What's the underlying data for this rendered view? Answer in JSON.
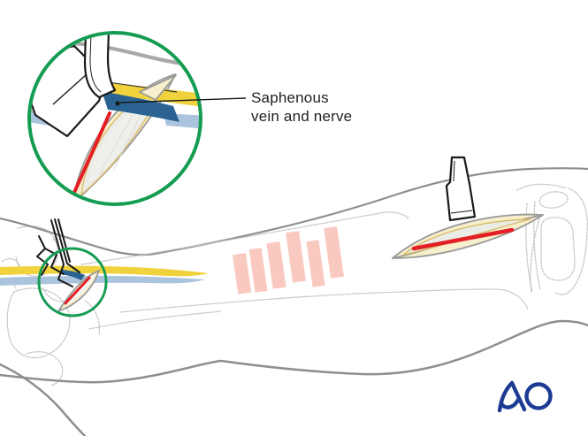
{
  "annotation": {
    "label": "Saphenous\nvein and nerve"
  },
  "logo": {
    "text": "AO"
  },
  "hatch_marks": {
    "count": 6
  },
  "colors": {
    "inset-green": "#159c52",
    "incision-red": "#e31e25",
    "nerve-yellow": "#f0d23c",
    "fat-yellow": "#f8efcd",
    "fat-edge": "#d9bc6a",
    "interior-gray": "#eaece6",
    "vein-dark-blue": "#2a6292",
    "vein-light-blue": "#abc4dd",
    "hatch-pink": "#f9c9c0",
    "outline-gray": "#8f8f8f",
    "light-gray": "#c6c6c6",
    "sketch-black": "#1a1a1a",
    "logo-blue": "#1c3b93",
    "text-color": "#212121"
  }
}
